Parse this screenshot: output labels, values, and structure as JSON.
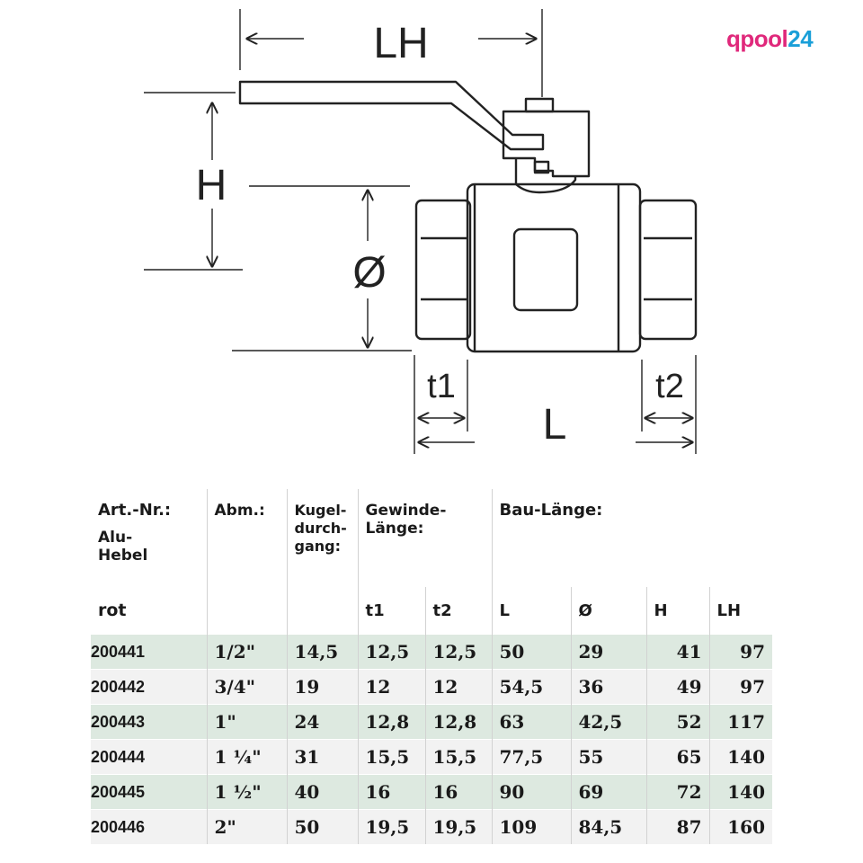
{
  "logo": {
    "part1": "qpool",
    "part2": "24",
    "color1": "#e0287b",
    "color2": "#1a9fd8"
  },
  "drawing": {
    "labels": {
      "lh": "LH",
      "h": "H",
      "diameter": "Ø",
      "t1": "t1",
      "t2": "t2",
      "l": "L"
    }
  },
  "table": {
    "headers": {
      "art_nr": "Art.-Nr.:",
      "alu": "Alu-",
      "hebel": "Hebel",
      "rot": "rot",
      "abm": "Abm.:",
      "kugel1": "Kugel-",
      "kugel2": "durch-",
      "kugel3": "gang:",
      "gewinde1": "Gewinde-",
      "gewinde2": "Länge:",
      "baulaenge": "Bau-Länge:",
      "t1": "t1",
      "t2": "t2",
      "l": "L",
      "d": "Ø",
      "h": "H",
      "lh": "LH"
    },
    "rows": [
      {
        "art": "200441",
        "abm": "1/2\"",
        "kugel": "14,5",
        "t1": "12,5",
        "t2": "12,5",
        "l": "50",
        "d": "29",
        "h": "41",
        "lh": "97"
      },
      {
        "art": "200442",
        "abm": "3/4\"",
        "kugel": "19",
        "t1": "12",
        "t2": "12",
        "l": "54,5",
        "d": "36",
        "h": "49",
        "lh": "97"
      },
      {
        "art": "200443",
        "abm": "1\"",
        "kugel": "24",
        "t1": "12,8",
        "t2": "12,8",
        "l": "63",
        "d": "42,5",
        "h": "52",
        "lh": "117"
      },
      {
        "art": "200444",
        "abm": "1 ¼\"",
        "kugel": "31",
        "t1": "15,5",
        "t2": "15,5",
        "l": "77,5",
        "d": "55",
        "h": "65",
        "lh": "140"
      },
      {
        "art": "200445",
        "abm": "1 ½\"",
        "kugel": "40",
        "t1": "16",
        "t2": "16",
        "l": "90",
        "d": "69",
        "h": "72",
        "lh": "140"
      },
      {
        "art": "200446",
        "abm": "2\"",
        "kugel": "50",
        "t1": "19,5",
        "t2": "19,5",
        "l": "109",
        "d": "84,5",
        "h": "87",
        "lh": "160"
      }
    ],
    "row_colors": {
      "green": "#dde9e0",
      "grey": "#f2f2f2"
    }
  }
}
